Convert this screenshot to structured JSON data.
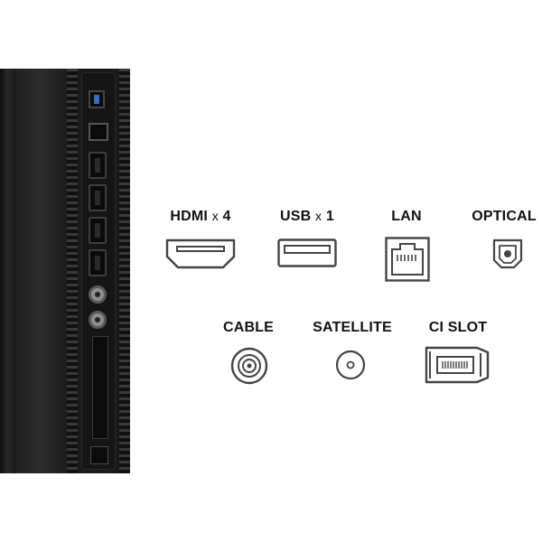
{
  "ports": {
    "hdmi": {
      "name": "HDMI",
      "multiplier": "x",
      "count": "4",
      "icon": "hdmi-port-icon"
    },
    "usb": {
      "name": "USB",
      "multiplier": "x",
      "count": "1",
      "icon": "usb-port-icon"
    },
    "lan": {
      "name": "LAN",
      "icon": "ethernet-port-icon"
    },
    "optical": {
      "name": "OPTICAL",
      "icon": "optical-port-icon"
    },
    "cable": {
      "name": "CABLE",
      "icon": "coaxial-cable-icon"
    },
    "satellite": {
      "name": "SATELLITE",
      "icon": "satellite-connector-icon"
    },
    "ci_slot": {
      "name": "CI SLOT",
      "icon": "ci-card-slot-icon"
    }
  },
  "colors": {
    "icon_stroke": "#444444",
    "label_text": "#111111",
    "panel_dark": "#1a1a1a",
    "usb_accent": "#2f6fd0"
  }
}
